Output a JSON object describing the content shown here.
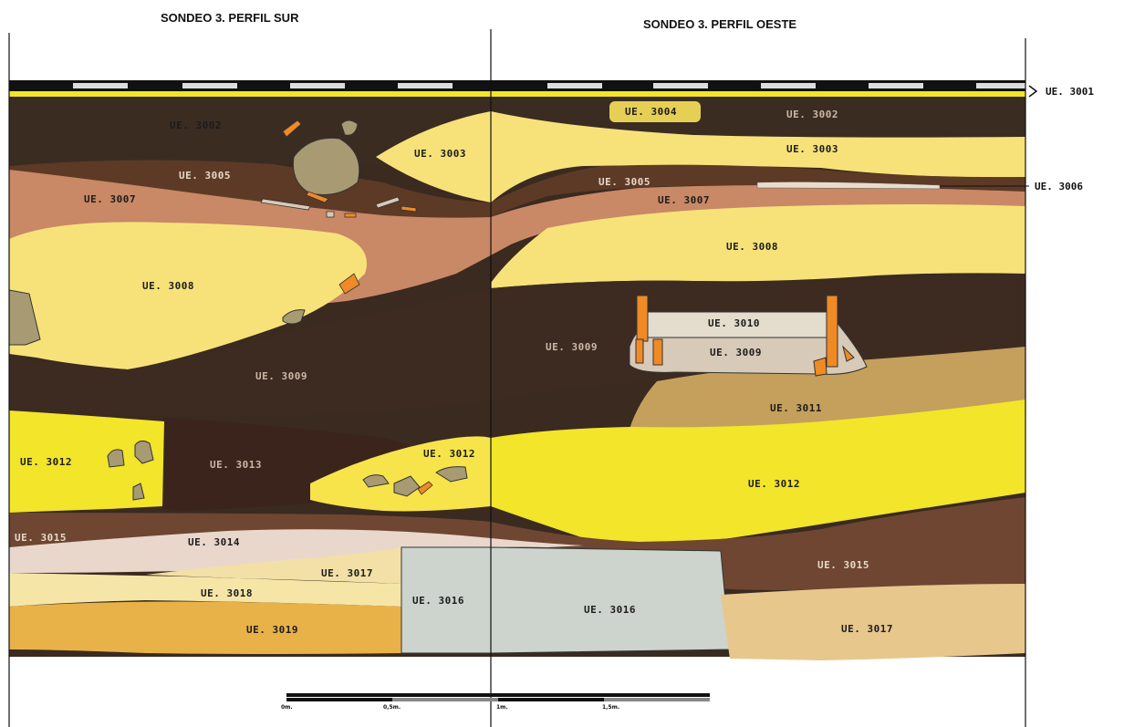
{
  "titles": {
    "south": "SONDEO 3. PERFIL SUR",
    "west": "SONDEO 3. PERFIL OESTE"
  },
  "side_labels": {
    "ue3001": "UE. 3001",
    "ue3006": "UE. 3006"
  },
  "south_units": {
    "ue3002": "UE. 3002",
    "ue3003": "UE. 3003",
    "ue3005": "UE. 3005",
    "ue3007": "UE. 3007",
    "ue3008": "UE. 3008",
    "ue3009": "UE. 3009",
    "ue3012a": "UE. 3012",
    "ue3013": "UE. 3013",
    "ue3012b": "UE. 3012",
    "ue3015": "UE. 3015",
    "ue3014": "UE. 3014",
    "ue3017": "UE. 3017",
    "ue3018": "UE. 3018",
    "ue3019": "UE. 3019",
    "ue3016": "UE. 3016"
  },
  "west_units": {
    "ue3004": "UE. 3004",
    "ue3002": "UE. 3002",
    "ue3003": "UE. 3003",
    "ue3005": "UE. 3005",
    "ue3007": "UE. 3007",
    "ue3008": "UE. 3008",
    "ue3010": "UE. 3010",
    "ue3009a": "UE. 3009",
    "ue3009b": "UE. 3009",
    "ue3011": "UE. 3011",
    "ue3012": "UE. 3012",
    "ue3015": "UE. 3015",
    "ue3016": "UE. 3016",
    "ue3017": "UE. 3017"
  },
  "scale_bar": {
    "labels": [
      "0m.",
      "0,5m.",
      "1m.",
      "1,5m."
    ]
  },
  "colors": {
    "dark_brown": "#3a2a20",
    "mid_brown": "#5c3a26",
    "reddish": "#c98866",
    "pale_yellow": "#f7e27a",
    "bright_yellow": "#f2e52a",
    "tan": "#c9a055",
    "grey_block": "#cdd3cd",
    "pinkish": "#e9d7cc",
    "orange": "#f08a24",
    "stone": "#a89a72"
  }
}
